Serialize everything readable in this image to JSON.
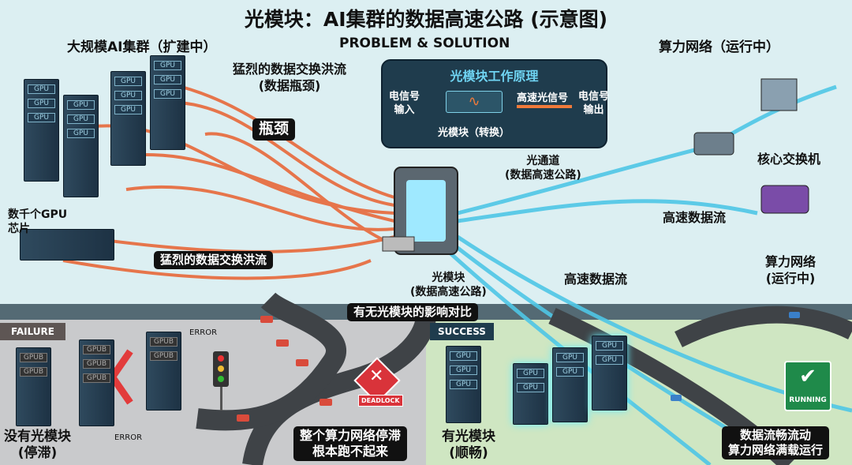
{
  "title": "光模块：AI集群的数据高速公路 (示意图)",
  "header": {
    "left": "大规模AI集群（扩建中）",
    "center": "PROBLEM & SOLUTION",
    "right": "算力网络（运行中）"
  },
  "top_left": {
    "flood_label_line1": "猛烈的数据交换洪流",
    "flood_label_line2": "(数据瓶颈)",
    "bottleneck": "瓶颈",
    "gpu_chips_line1": "数千个GPU",
    "gpu_chips_line2": "芯片",
    "flood_badge": "猛烈的数据交换洪流",
    "gpu_label": "GPU"
  },
  "callout": {
    "title": "光模块工作原理",
    "input_line1": "电信号",
    "input_line2": "输入",
    "optical": "高速光信号",
    "output_line1": "电信号",
    "output_line2": "输出",
    "module": "光模块（转换）"
  },
  "center": {
    "channel_line1": "光通道",
    "channel_line2": "(数据高速公路)",
    "module_line1": "光模块",
    "module_line2": "(数据高速公路)",
    "flow_lower": "高速数据流"
  },
  "top_right": {
    "core_switch": "核心交换机",
    "flow": "高速数据流",
    "network_line1": "算力网络",
    "network_line2": "(运行中)"
  },
  "comparison_title": "有无光模块的影响对比",
  "failure": {
    "tag": "FAILURE",
    "error1": "ERROR",
    "error2": "ERROR",
    "gpu_label": "GPUB",
    "sign": "DEADLOCK",
    "caption_line1": "没有光模块",
    "caption_line2": "(停滞)",
    "note_line1": "整个算力网络停滞",
    "note_line2": "根本跑不起来"
  },
  "success": {
    "tag": "SUCCESS",
    "gpu_label": "GPU",
    "sign": "RUNNING",
    "caption_line1": "有光模块",
    "caption_line2": "(顺畅)",
    "note_line1": "数据流畅流动",
    "note_line2": "算力网络满载运行"
  },
  "colors": {
    "background": "#dceff2",
    "cable": "#e8683a",
    "fiber": "#4fc6e6",
    "failure_panel": "#c9cacc",
    "success_panel": "#cfe6c2",
    "callout": "#1f3c4d"
  }
}
